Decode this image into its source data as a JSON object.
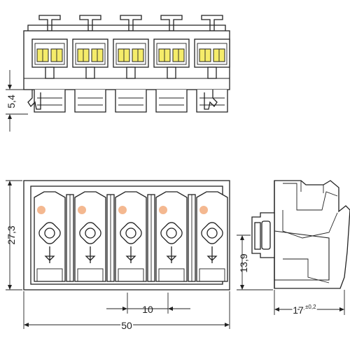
{
  "colors": {
    "line": "#222222",
    "housing": "#ffffff",
    "shading": "#d8d8d8",
    "contact_yellow": "#f5ec6a",
    "marker_orange": "#f4b890"
  },
  "dimensions": {
    "top_view_height": "5,4",
    "front_height": "27,3",
    "pitch": "10",
    "total_width": "50",
    "side_height": "13,9",
    "side_depth": "17",
    "side_depth_tolerance": "±0,2"
  },
  "pole_count": 5
}
